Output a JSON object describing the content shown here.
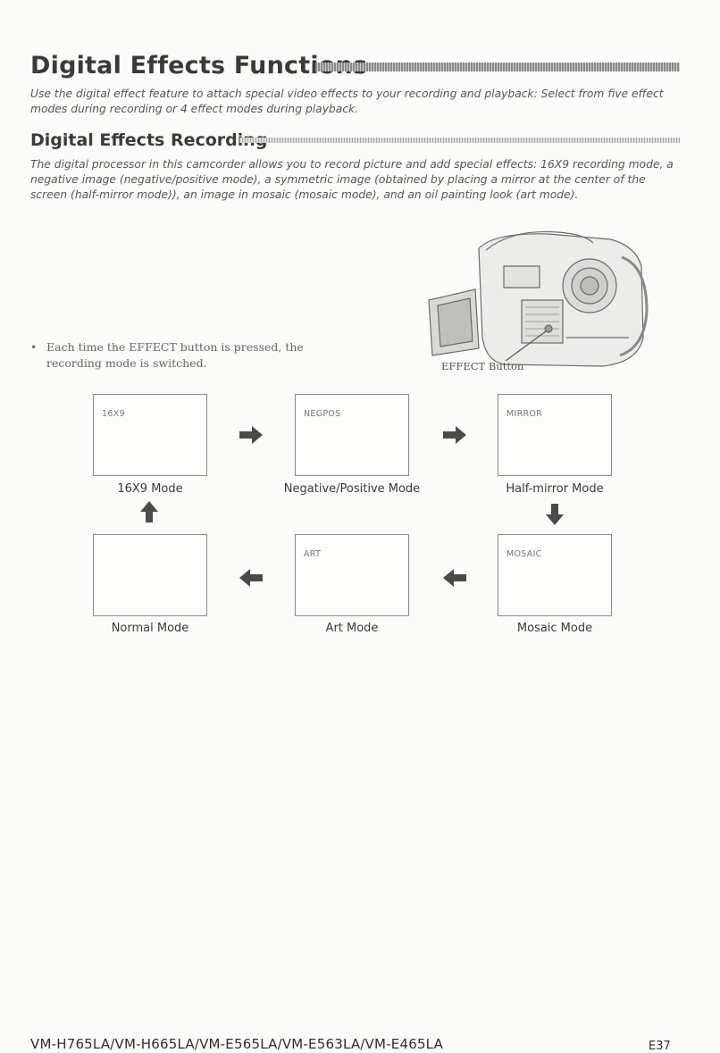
{
  "section": {
    "title": "Digital Effects Functions",
    "intro": "Use the digital effect feature to attach special video effects to your recording and playback: Select from five effect modes during recording or 4 effect modes during playback."
  },
  "subsection": {
    "title": "Digital Effects Recording",
    "description": "The digital processor in this camcorder allows you to record picture and add special effects: 16X9 recording mode, a negative image (negative/positive mode), a symmetric image (obtained by placing a mirror at the center of the screen (half-mirror mode)), an image in mosaic (mosaic mode), and an oil painting look (art mode)."
  },
  "bullet": {
    "marker": "•",
    "text": "Each time the EFFECT button is pressed, the recording mode is switched."
  },
  "illustration": {
    "label": "EFFECT Button"
  },
  "modes": [
    {
      "screen_text": "16X9",
      "caption": "16X9 Mode"
    },
    {
      "screen_text": "NEGPOS",
      "caption": "Negative/Positive Mode"
    },
    {
      "screen_text": "MIRROR",
      "caption": "Half-mirror Mode"
    },
    {
      "screen_text": "MOSAIC",
      "caption": "Mosaic Mode"
    },
    {
      "screen_text": "ART",
      "caption": "Art Mode"
    },
    {
      "screen_text": "",
      "caption": "Normal Mode"
    }
  ],
  "footer": {
    "models": "VM-H765LA/VM-H665LA/VM-E565LA/VM-E563LA/VM-E465LA",
    "page": "E37"
  },
  "colors": {
    "text": "#2a2a2a",
    "arrow": "#4a4a4a",
    "box_border": "#8a8a8a"
  }
}
